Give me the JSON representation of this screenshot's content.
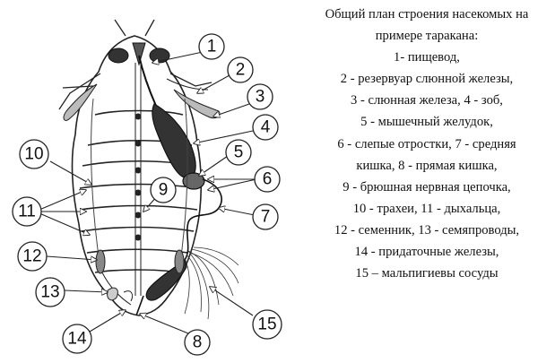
{
  "figure": {
    "callouts": [
      "1",
      "2",
      "3",
      "4",
      "5",
      "6",
      "7",
      "8",
      "9",
      "10",
      "11",
      "12",
      "13",
      "14",
      "15"
    ]
  },
  "legend": {
    "lines": [
      "Общий план строения насекомых на",
      "примере таракана:",
      "1- пищевод,",
      "2 - резервуар слюнной железы,",
      "3 - слюнная железа, 4 - зоб,",
      "5 - мышечный желудок,",
      "6 - слепые отростки, 7 - средняя",
      "кишка, 8 - прямая кишка,",
      "9 - брюшная нервная цепочка,",
      "10 - трахеи, 11 - дыхальца,",
      "12 -  семенник, 13 - семяпроводы,",
      "14 - придаточные железы,",
      "15 – мальпигиевы сосуды"
    ]
  }
}
